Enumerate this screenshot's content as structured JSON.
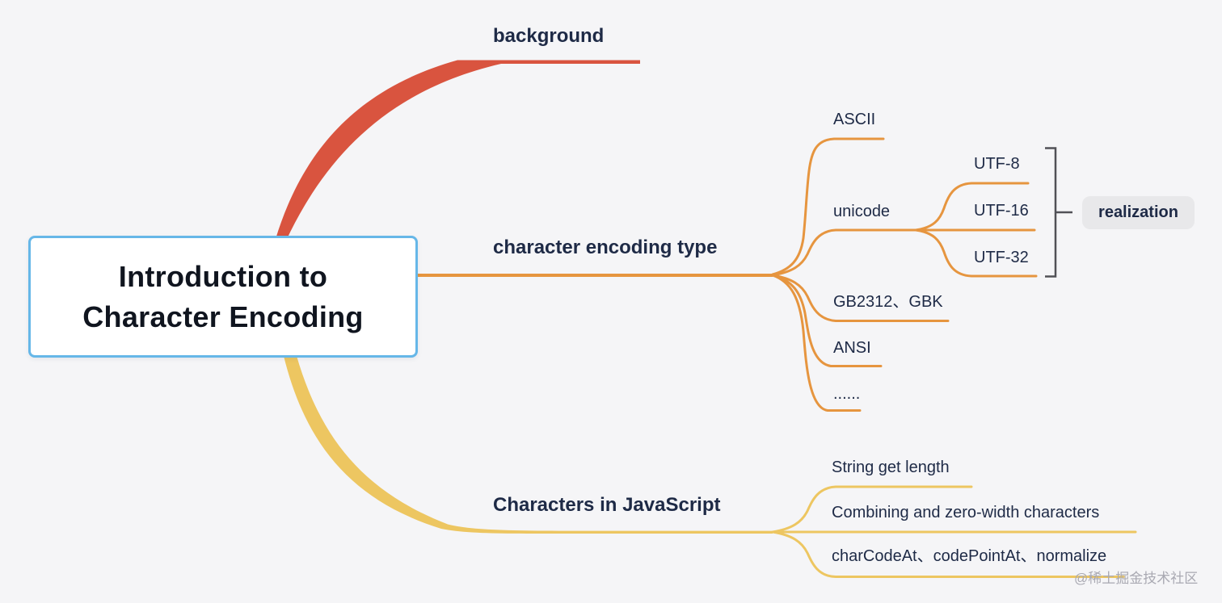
{
  "colors": {
    "background": "#f5f5f7",
    "branch_red": "#d9543f",
    "branch_orange": "#e6953f",
    "branch_yellow": "#edc661",
    "node_border": "#66b7e8",
    "title_color": "#10151f",
    "text_dark": "#1e2a46",
    "bracket": "#515157",
    "pill_bg": "#e8e8ea",
    "watermark": "#a9a9b2"
  },
  "root": {
    "line1": "Introduction to",
    "line2": "Character Encoding"
  },
  "branches": {
    "background": {
      "label": "background"
    },
    "encoding": {
      "label": "character encoding type",
      "ascii": "ASCII",
      "unicode": "unicode",
      "utf8": "UTF-8",
      "utf16": "UTF-16",
      "utf32": "UTF-32",
      "gb": "GB2312、GBK",
      "ansi": "ANSI",
      "more": "......",
      "summary": "realization"
    },
    "js": {
      "label": "Characters in JavaScript",
      "length": "String get length",
      "combining": "Combining and zero-width characters",
      "methods": "charCodeAt、codePointAt、normalize"
    }
  },
  "watermark": "@稀土掘金技术社区"
}
